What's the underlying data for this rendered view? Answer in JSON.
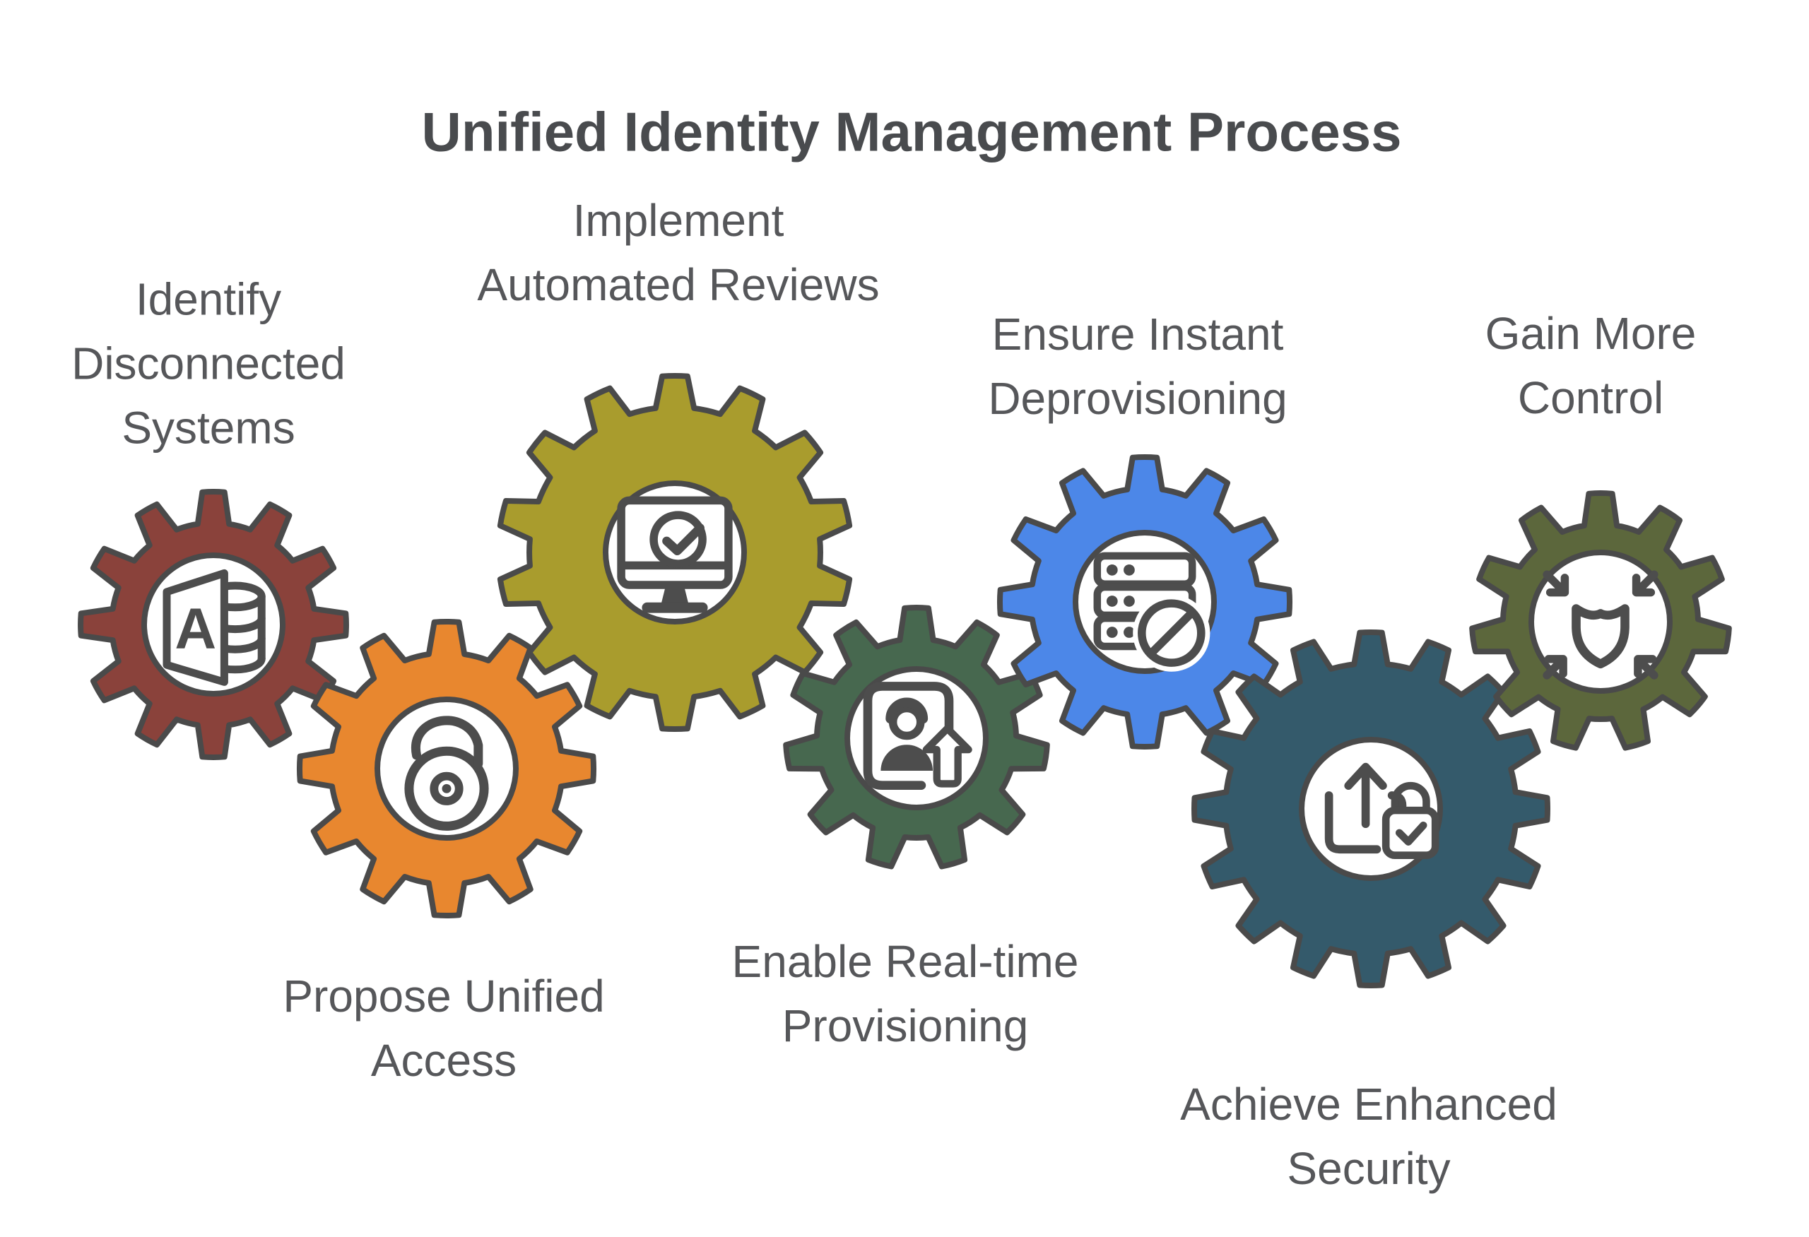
{
  "title": "Unified Identity Management Process",
  "colors": {
    "background": "#ffffff",
    "outline": "#4a4a4a",
    "icon": "#4d4d4d",
    "hub_fill": "#ffffff",
    "title_text": "#494b4e",
    "label_text": "#56575a"
  },
  "gears": [
    {
      "id": "identify-disconnected-systems",
      "label": "Identify\nDisconnected\nSystems",
      "icon": "access-database-icon",
      "color": "#8a423b"
    },
    {
      "id": "propose-unified-access",
      "label": "Propose Unified\nAccess",
      "icon": "open-lock-icon",
      "color": "#e8872f"
    },
    {
      "id": "implement-automated-reviews",
      "label": "Implement\nAutomated Reviews",
      "icon": "monitor-check-icon",
      "color": "#a99c2d"
    },
    {
      "id": "enable-real-time-provisioning",
      "label": "Enable Real-time\nProvisioning",
      "icon": "user-card-up-icon",
      "color": "#47684f"
    },
    {
      "id": "ensure-instant-deprovisioning",
      "label": "Ensure Instant\nDeprovisioning",
      "icon": "server-block-icon",
      "color": "#4c87e8"
    },
    {
      "id": "achieve-enhanced-security",
      "label": "Achieve Enhanced\nSecurity",
      "icon": "upload-lock-icon",
      "color": "#345a6b"
    },
    {
      "id": "gain-more-control",
      "label": "Gain More\nControl",
      "icon": "shield-arrows-icon",
      "color": "#5c673c"
    }
  ]
}
